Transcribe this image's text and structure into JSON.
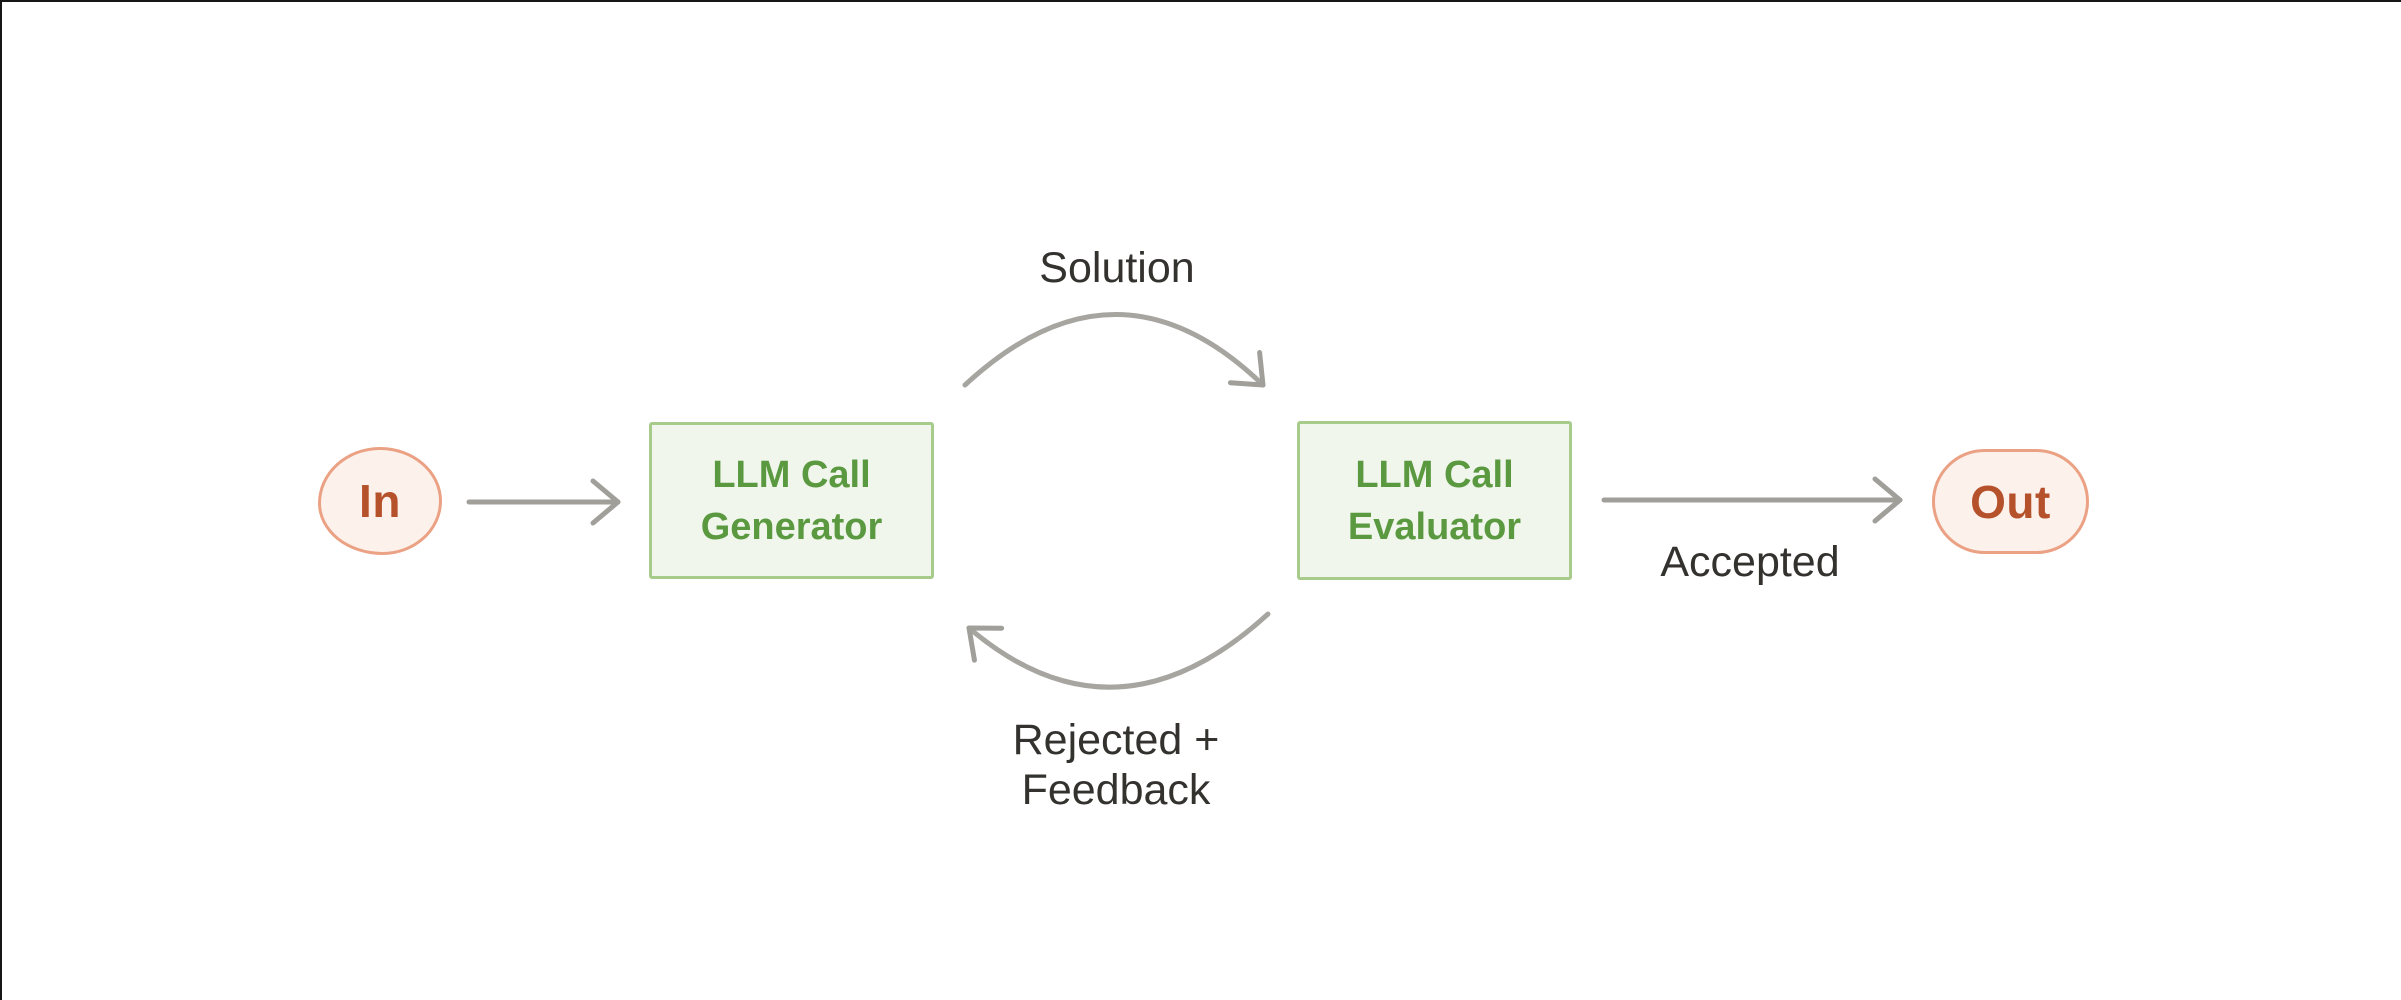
{
  "diagram": {
    "type": "workflow-flowchart",
    "nodes": {
      "in": {
        "label": "In",
        "shape": "circle",
        "role": "input-terminal"
      },
      "generator": {
        "label_line1": "LLM Call",
        "label_line2": "Generator",
        "shape": "rectangle"
      },
      "evaluator": {
        "label_line1": "LLM Call",
        "label_line2": "Evaluator",
        "shape": "rectangle"
      },
      "out": {
        "label": "Out",
        "shape": "pill",
        "role": "output-terminal"
      }
    },
    "edges": [
      {
        "from": "in",
        "to": "generator",
        "label": "",
        "style": "straight-arrow"
      },
      {
        "from": "generator",
        "to": "evaluator",
        "label": "Solution",
        "style": "curved-arrow-over"
      },
      {
        "from": "evaluator",
        "to": "generator",
        "label": "Rejected + Feedback",
        "style": "curved-arrow-under"
      },
      {
        "from": "evaluator",
        "to": "out",
        "label": "Accepted",
        "style": "straight-arrow"
      }
    ],
    "edge_labels": {
      "solution": "Solution",
      "accepted": "Accepted",
      "rejected_line1": "Rejected +",
      "rejected_line2": "Feedback"
    },
    "colors": {
      "background": "#ffffff",
      "frame_border": "#161616",
      "terminal_fill": "#fdf1ec",
      "terminal_border": "#eba184",
      "terminal_text": "#b5512b",
      "llm_box_fill": "#f0f6eb",
      "llm_box_border": "#a6cb8b",
      "llm_box_text": "#5a9940",
      "arrow": "#a09f99",
      "edge_label_text": "#33322e"
    }
  }
}
